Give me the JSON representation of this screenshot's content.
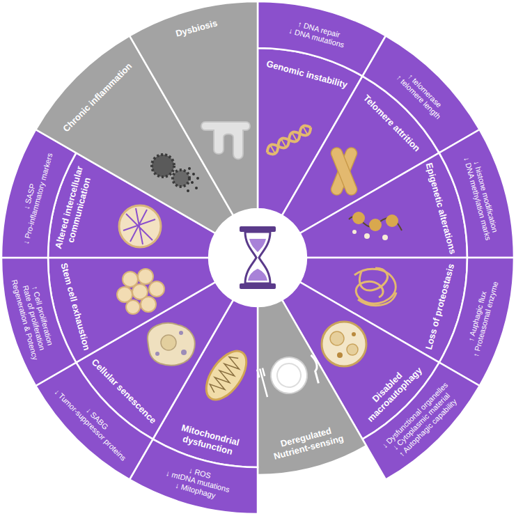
{
  "diagram": {
    "nodes": [
      {
        "text": [
          "Genomic instability",
          "↑ DNA repair",
          "↓ DNA mutations"
        ]
      },
      {
        "text": [
          "Telomere attrition",
          "↑ telomerase",
          "↑ telomere length"
        ]
      },
      {
        "text": [
          "Epigenetic alterations",
          "↓ histone modification",
          "↓ DNA methylation marks"
        ]
      },
      {
        "text": [
          "Loss of proteostasis",
          "↑ Auphagic flux",
          "↑ Proteasomal enzyme"
        ]
      },
      {
        "text": [
          "Disabled macroautophagy",
          "↓ Dysfunctional organelles",
          "↓ Cytoplasmic material",
          "↑ Autophagic capability"
        ]
      },
      {
        "text": [
          "Deregulated Nutrient-sensing"
        ]
      },
      {
        "text": [
          "Mitochondrial dysfunction",
          "↓ ROS",
          "↓ mtDNA mutations",
          "↓ Mitophagy"
        ]
      },
      {
        "text": [
          "Cellular senescence",
          "↓ SABG",
          "↓ Tumor-suppressor proteins"
        ]
      },
      {
        "text": [
          "Stem cell exhaustion",
          "↑ Cell proliferation",
          "Rate of proliferation",
          "Regeneration & Potency"
        ]
      },
      {
        "text": [
          "Altered intercellular communication",
          "↓ SASP",
          "↓ Pro-inflammatory markers"
        ]
      },
      {
        "text": [
          "Chronic inflammation"
        ]
      },
      {
        "text": [
          "Dysbiosis"
        ]
      }
    ]
  }
}
